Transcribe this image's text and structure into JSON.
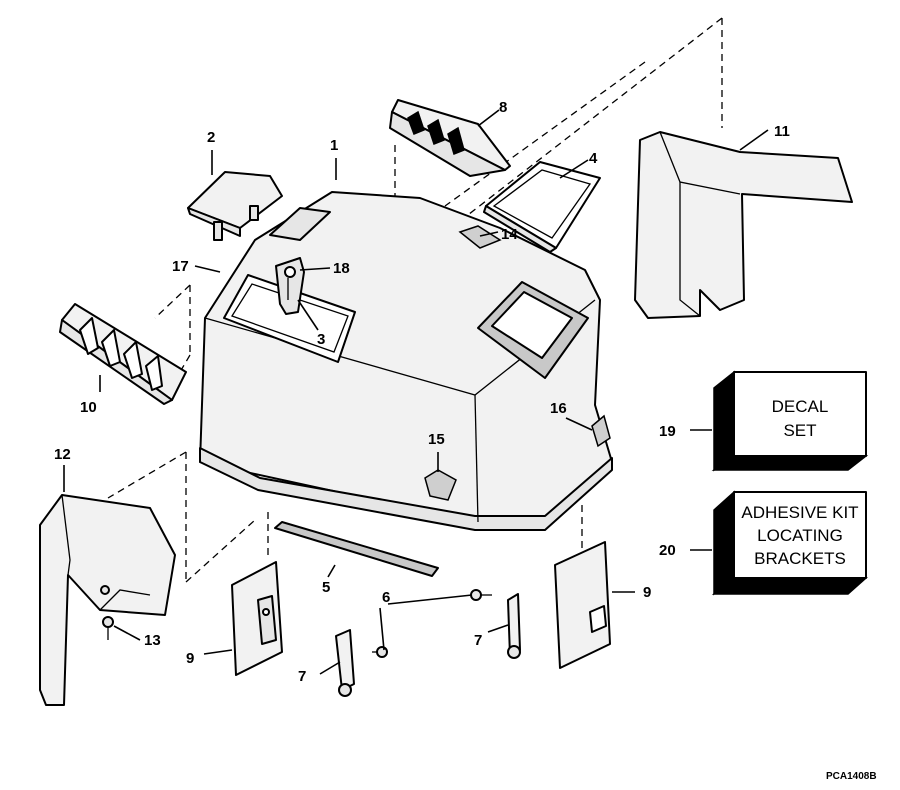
{
  "callouts": {
    "c1": "1",
    "c2": "2",
    "c3": "3",
    "c4": "4",
    "c5": "5",
    "c6": "6",
    "c7a": "7",
    "c7b": "7",
    "c8": "8",
    "c9a": "9",
    "c9b": "9",
    "c10": "10",
    "c11": "11",
    "c12": "12",
    "c13": "13",
    "c14": "14",
    "c15": "15",
    "c16": "16",
    "c17": "17",
    "c18": "18",
    "c19": "19",
    "c20": "20"
  },
  "boxes": {
    "decal": {
      "line1": "DECAL",
      "line2": "SET"
    },
    "adhesive": {
      "line1": "ADHESIVE KIT",
      "line2": "LOCATING",
      "line3": "BRACKETS"
    }
  },
  "reference_code": "PCA1408B"
}
